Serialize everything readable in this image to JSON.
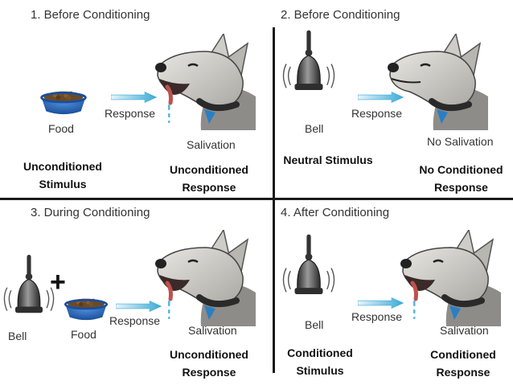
{
  "panels": [
    {
      "title": "1. Before Conditioning",
      "stimulus_label": "Food",
      "arrow_label": "Response",
      "response_label": "Salivation",
      "stimulus_caption": [
        "Unconditioned",
        "Stimulus"
      ],
      "response_caption": [
        "Unconditioned",
        "Response"
      ]
    },
    {
      "title": "2. Before Conditioning",
      "stimulus_label": "Bell",
      "arrow_label": "Response",
      "response_label": "No Salivation",
      "stimulus_caption": [
        "Neutral Stimulus"
      ],
      "response_caption": [
        "No Conditioned",
        "Response"
      ]
    },
    {
      "title": "3. During Conditioning",
      "stimulus_label_bell": "Bell",
      "stimulus_label_food": "Food",
      "plus_sign": "+",
      "arrow_label": "Response",
      "response_label": "Salivation",
      "response_caption": [
        "Unconditioned",
        "Response"
      ]
    },
    {
      "title": "4. After Conditioning",
      "stimulus_label": "Bell",
      "arrow_label": "Response",
      "response_label": "Salivation",
      "stimulus_caption": [
        "Conditioned",
        "Stimulus"
      ],
      "response_caption": [
        "Conditioned",
        "Response"
      ]
    }
  ],
  "colors": {
    "arrow": "#3aaad6",
    "bowl": "#2266b8",
    "collar_tag": "#2a7fc4",
    "drool": "#5ab4e0",
    "bell": "#555555",
    "divider": "#1a1a1a"
  },
  "icons": [
    "food-bowl-icon",
    "bell-icon",
    "dog-head-icon",
    "arrow-right-icon"
  ]
}
